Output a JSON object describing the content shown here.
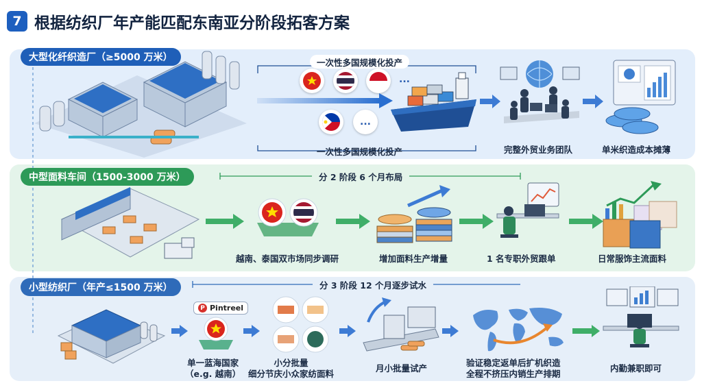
{
  "header": {
    "number": "7",
    "title": "根据纺织厂年产能匹配东南亚分阶段拓客方案"
  },
  "tiers": [
    {
      "label": "大型化纤织造厂（≥5000 万米）",
      "bracket_top": "一次性多国规模化投产",
      "bracket_bottom": "一次性多国规模化投产",
      "steps": [
        "完整外贸业务团队",
        "单米织造成本摊薄"
      ],
      "countries": [
        "vietnam-flag",
        "thailand-flag",
        "indonesia-flag",
        "philippines-flag"
      ],
      "more": "...",
      "more2": "..."
    },
    {
      "label": "中型面料车间（1500-3000 万米）",
      "bracket": "分 2 阶段 6 个月布局",
      "steps": [
        "越南、泰国双市场同步调研",
        "增加面料生产增量",
        "1 名专职外贸跟单",
        "日常服饰主流面料"
      ]
    },
    {
      "label": "小型纺织厂（年产≤1500 万米）",
      "bracket": "分 3 阶段 12 个月逐步试水",
      "steps": [
        {
          "l1": "单一蓝海国家",
          "l2": "（e.g. 越南）"
        },
        {
          "l1": "小分批量",
          "l2": "细分节庆小众家纺面料"
        },
        {
          "l1": "月小批量试产",
          "l2": ""
        },
        {
          "l1": "验证稳定返单后扩机织造",
          "l2": "全程不挤压内销生产排期"
        },
        {
          "l1": "内勤兼职即可",
          "l2": ""
        }
      ],
      "platform": "Pintreel"
    }
  ],
  "colors": {
    "primary": "#1d5fbf",
    "green": "#2d9a58",
    "arrow_blue": "#3d7bd4",
    "arrow_green": "#3fae68"
  }
}
